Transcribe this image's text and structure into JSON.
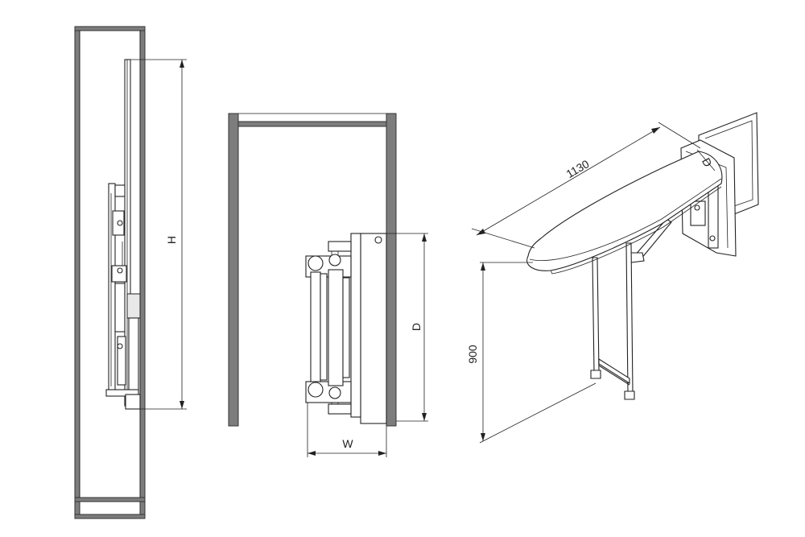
{
  "dimensions": {
    "height_label": "H",
    "depth_label": "D",
    "width_label": "W",
    "length_label": "1130",
    "working_height_label": "900",
    "perspective_depth_label": "D"
  },
  "colors": {
    "cabinet_wall": "#7d7d7d",
    "line": "#222222",
    "board_surface": "#ffffff"
  }
}
